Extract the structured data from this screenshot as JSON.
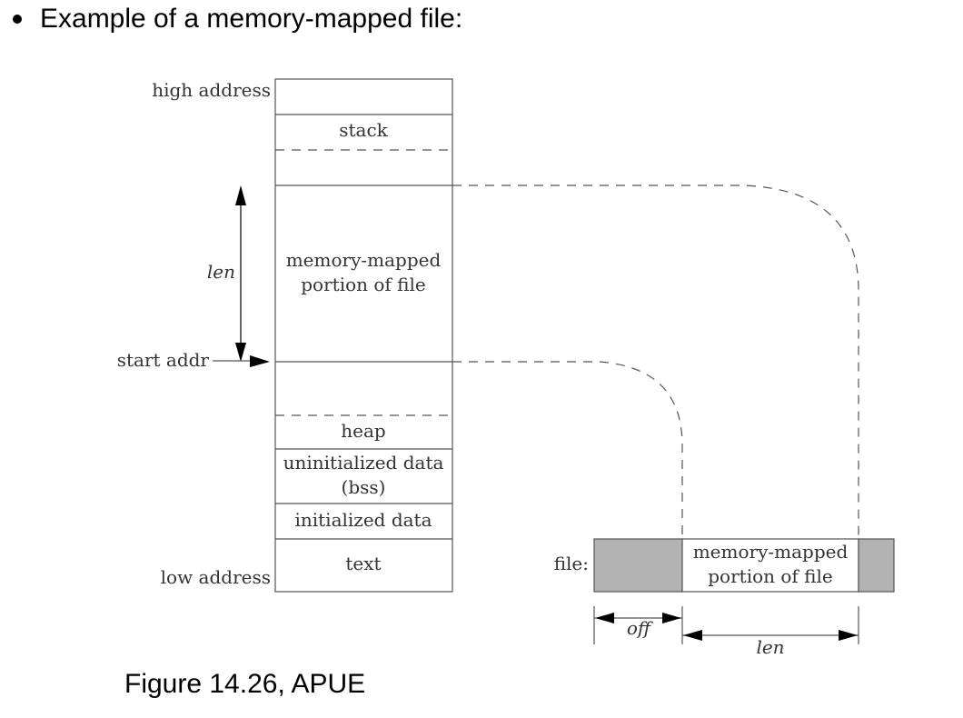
{
  "heading": {
    "text": "Example of a memory-mapped file:"
  },
  "caption": {
    "text": "Figure 14.26, APUE"
  },
  "diagram": {
    "high_address": "high address",
    "low_address": "low address",
    "start_addr": "start addr",
    "len_left": "len",
    "segments": {
      "stack": "stack",
      "mapped_line1": "memory-mapped",
      "mapped_line2": "portion of file",
      "heap": "heap",
      "bss_line1": "uninitialized data",
      "bss_line2": "(bss)",
      "init_data": "initialized data",
      "text": "text"
    },
    "file_label": "file:",
    "file_mapped_line1": "memory-mapped",
    "file_mapped_line2": "portion of file",
    "off_label": "off",
    "len_bottom": "len",
    "colors": {
      "shaded": "#b3b3b3",
      "line": "#555555"
    }
  }
}
